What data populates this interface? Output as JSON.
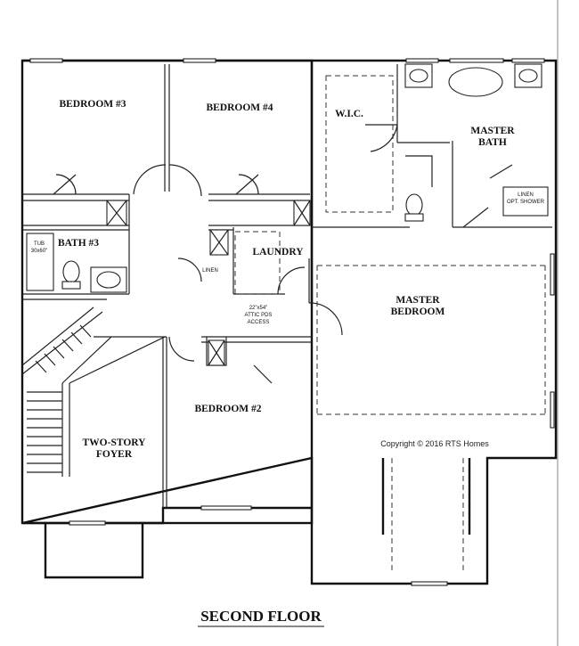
{
  "rooms": {
    "bedroom3": "BEDROOM #3",
    "bedroom4": "BEDROOM #4",
    "wic": "W.I.C.",
    "master_bath": [
      "MASTER",
      "BATH"
    ],
    "bath3": "BATH #3",
    "laundry": "LAUNDRY",
    "linen_closet": "LINEN",
    "attic_access": [
      "22\"x54\"",
      "ATTIC PDS",
      "ACCESS"
    ],
    "master_bedroom": [
      "MASTER",
      "BEDROOM"
    ],
    "bedroom2": "BEDROOM #2",
    "foyer": [
      "TWO-STORY",
      "FOYER"
    ],
    "tub_label": [
      "TUB",
      "30x60\""
    ],
    "linen_shower": [
      "LINEN",
      "OPT. SHOWER"
    ]
  },
  "copyright": "Copyright © 2016 RTS Homes",
  "floor_title": "SECOND FLOOR"
}
